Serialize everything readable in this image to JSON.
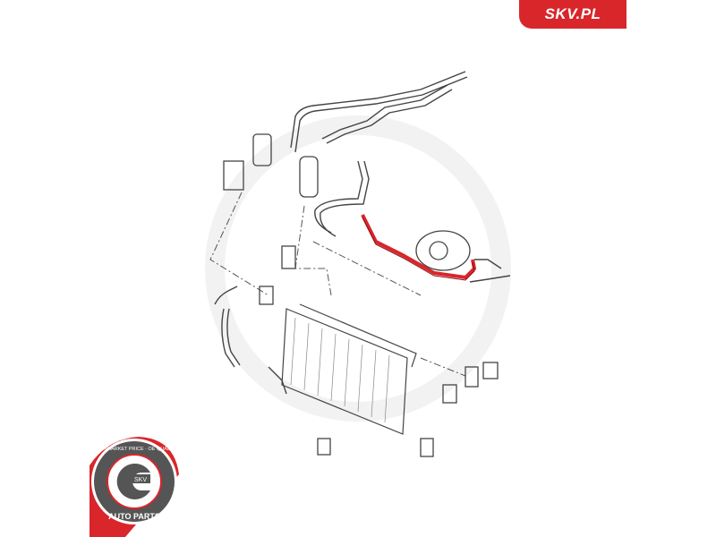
{
  "brand": {
    "label": "SKV.PL",
    "color": "#d9262b"
  },
  "badge": {
    "top_text": "AFTERMARKET PRICE · OE QUALITY",
    "center_text": "SKV",
    "bottom_text": "AUTO PARTS"
  },
  "diagram": {
    "highlight_color": "#d9262b",
    "line_color": "#333333"
  }
}
